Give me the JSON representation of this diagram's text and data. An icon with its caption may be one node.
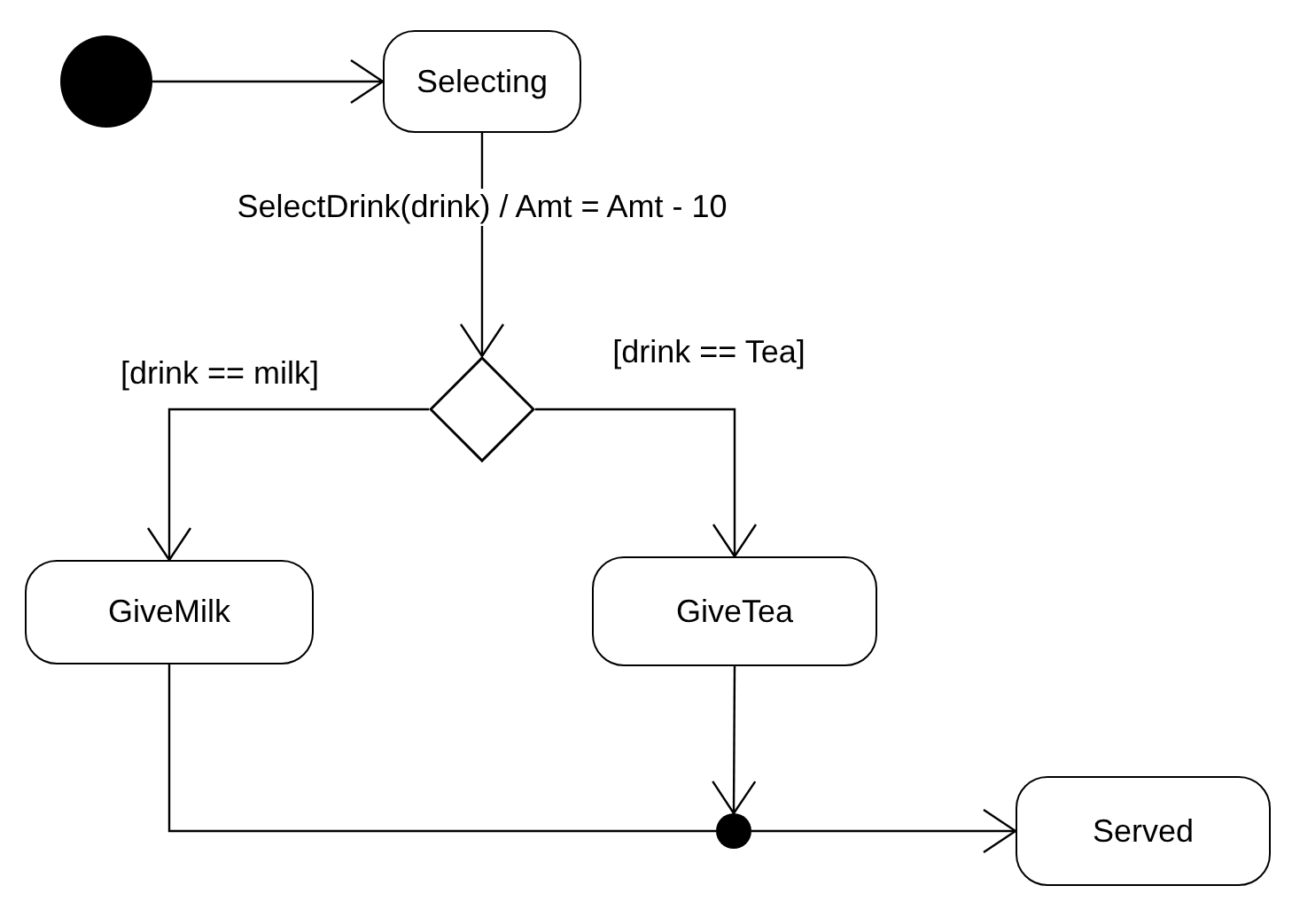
{
  "diagram": {
    "nodes": [
      {
        "text": [],
        "shape": "circle"
      },
      {
        "text": [
          "Selecting"
        ]
      },
      {
        "text": [],
        "shape": "diamond"
      },
      {
        "text": [
          "GiveMilk"
        ]
      },
      {
        "text": [
          "GiveTea"
        ]
      },
      {
        "text": [],
        "shape": "circle"
      },
      {
        "text": [
          "Served"
        ]
      }
    ],
    "edges": [
      {
        "from": 0,
        "to": 1,
        "arrow": "to"
      },
      {
        "from": 1,
        "to": 2,
        "arrow": "to",
        "label": "SelectDrink(drink) / Amt = Amt - 10"
      },
      {
        "from": 2,
        "to": 3,
        "arrow": "to",
        "label": "[drink == milk]"
      },
      {
        "from": 2,
        "to": 4,
        "arrow": "to",
        "label": "[drink == Tea]"
      },
      {
        "from": 3,
        "to": 5,
        "arrow": "none"
      },
      {
        "from": 4,
        "to": 5,
        "arrow": "to"
      },
      {
        "from": 5,
        "to": 6,
        "arrow": "to"
      }
    ]
  }
}
